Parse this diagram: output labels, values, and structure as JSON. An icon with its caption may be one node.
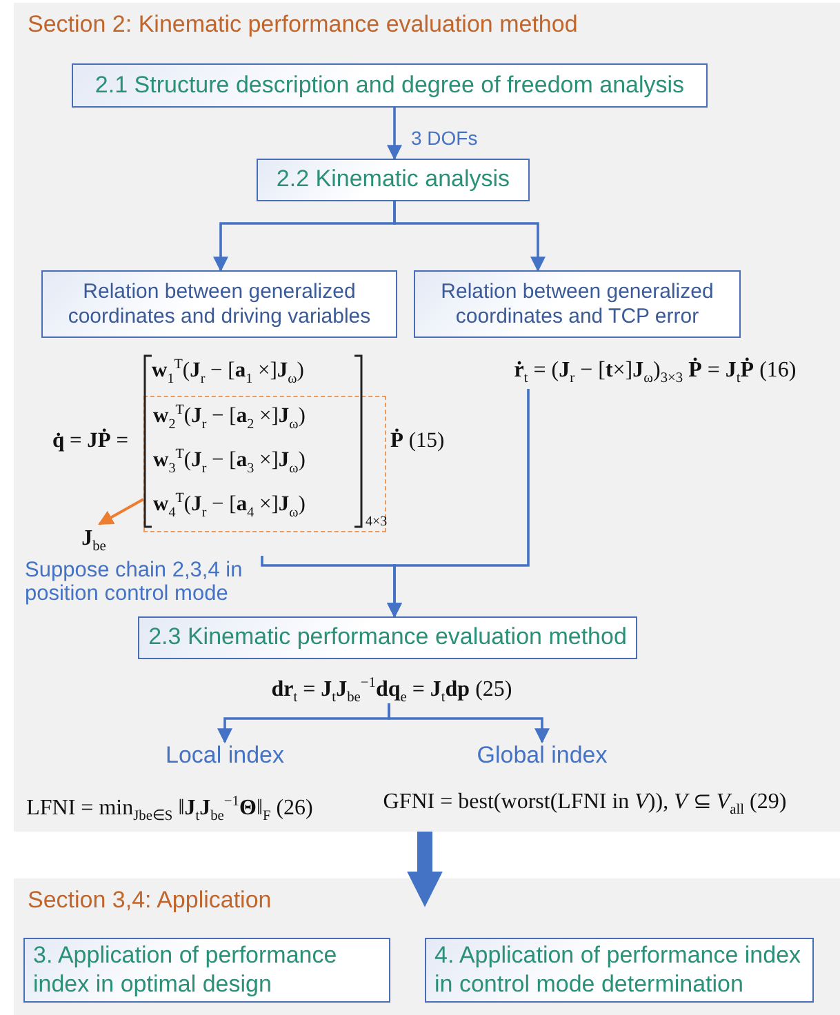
{
  "diagram": {
    "nodes": [
      {
        "text": [
          "Section 2: Kinematic performance evaluation method"
        ]
      },
      {
        "text": [
          "2.1 Structure description and degree of freedom analysis"
        ],
        "in": 0
      },
      {
        "text": [
          "2.2 Kinematic analysis"
        ],
        "in": 0
      },
      {
        "text": [
          "Relation between generalized coordinates and driving variables"
        ],
        "in": 0
      },
      {
        "text": [
          "Relation between generalized coordinates and TCP error"
        ],
        "in": 0
      },
      {
        "text": [
          "**q̇** = **JṖ** =",
          "**w**$_{1}$$^{T}$(**J**$_{r}$ − [**a**$_{1}$ ×]**J**$_{ω}$)",
          "**Ṗ** (15)"
        ],
        "in": 0
      },
      {
        "text": [
          "**w**$_{2}$$^{T}$(**J**$_{r}$ − [**a**$_{2}$ ×]**J**$_{ω}$)",
          "**w**$_{3}$$^{T}$(**J**$_{r}$ − [**a**$_{3}$ ×]**J**$_{ω}$)",
          "**w**$_{4}$$^{T}$(**J**$_{r}$ − [**a**$_{4}$ ×]**J**$_{ω}$)",
          "4×3"
        ],
        "in": 5
      },
      {
        "text": [
          "**J**$_{be}$"
        ],
        "in": 5
      },
      {
        "text": [
          "**ṙ**$_{t}$ = (**J**$_{r}$ − [**t**×]**J**$_{ω}$)$_{3×3}$ **Ṗ** = **J**$_{t}$**Ṗ** (16)"
        ],
        "in": 0
      },
      {
        "text": [
          "2.3 Kinematic performance evaluation method"
        ],
        "in": 0
      },
      {
        "text": [
          "**dr**$_{t}$ = **J**$_{t}$**J**$_{be}$$^{−1}$**dq**$_{e}$ = **J**$_{t}$**dp** (25)"
        ],
        "in": 0
      },
      {
        "text": [
          "Local index"
        ],
        "in": 0,
        "beside": [
          "LFNI = min$_{Jbe∈S}$ ‖**J**$_{t}$**J**$_{be}$$^{−1}$**Θ**‖$_{F}$ (26)"
        ]
      },
      {
        "text": [
          "Global index"
        ],
        "in": 0,
        "beside": [
          "GFNI = best(worst(LFNI in *V*)), *V* ⊆ *V*$_{all}$ (29)"
        ]
      },
      {
        "text": [
          "Section 3,4: Application"
        ]
      },
      {
        "text": [
          "3. Application of performance index in optimal design"
        ],
        "in": 13
      },
      {
        "text": [
          "4. Application of performance index in control mode determination"
        ],
        "in": 13
      }
    ],
    "edges": [
      {
        "from": 1,
        "to": 2,
        "arrow": "to",
        "label": "3 DOFs"
      },
      {
        "from": 2,
        "to": 3,
        "arrow": "to"
      },
      {
        "from": 2,
        "to": 4,
        "arrow": "to"
      },
      {
        "from": 5,
        "to": 9,
        "arrow": "to"
      },
      {
        "from": 8,
        "to": 9,
        "arrow": "to"
      },
      {
        "from": 6,
        "to": 7,
        "arrow": "to",
        "color": "#ed7d31"
      },
      {
        "from": 10,
        "to": 11,
        "arrow": "to"
      },
      {
        "from": 10,
        "to": 12,
        "arrow": "to"
      },
      {
        "from": 0,
        "to": 13,
        "arrow": "to",
        "style": "thick"
      }
    ],
    "labels": [
      "Suppose chain 2,3,4 in position control mode"
    ]
  }
}
